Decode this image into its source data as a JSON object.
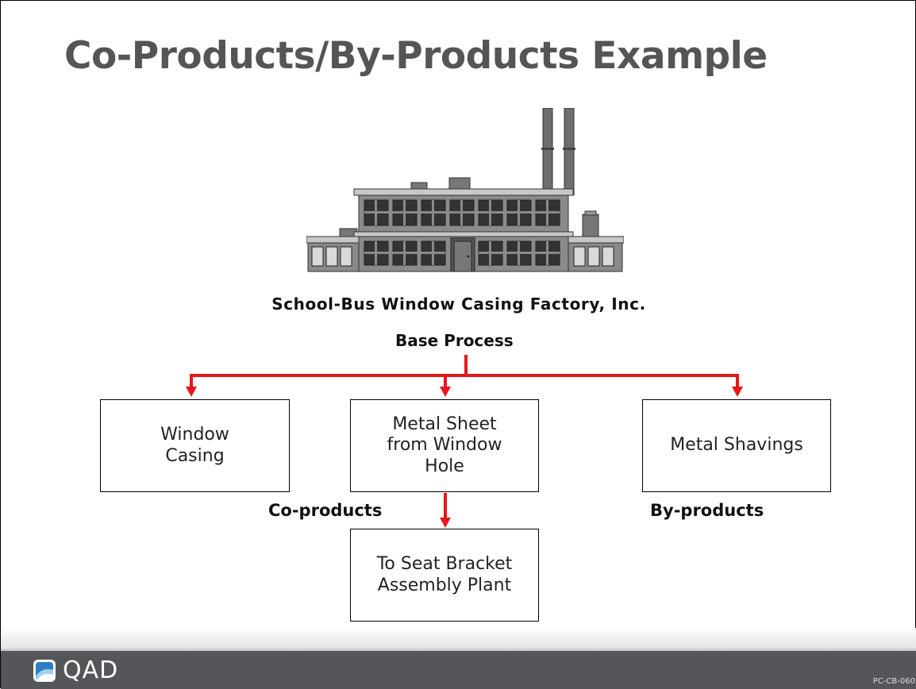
{
  "title": "Co-Products/By-Products Example",
  "factory_caption": "School-Bus Window Casing Factory, Inc.",
  "base_process": "Base Process",
  "boxes": {
    "window_casing": [
      "Window",
      "Casing"
    ],
    "metal_sheet": [
      "Metal Sheet",
      "from Window",
      "Hole"
    ],
    "metal_shavings": [
      "Metal Shavings"
    ],
    "seat_bracket": [
      "To Seat Bracket",
      "Assembly Plant"
    ]
  },
  "labels": {
    "co_products": "Co-products",
    "by_products": "By-products"
  },
  "footer": {
    "logo_text": "QAD",
    "slide_code": "PC-CB-060"
  },
  "colors": {
    "arrow": "#e8161b",
    "title": "#555555",
    "footer": "#555659"
  }
}
